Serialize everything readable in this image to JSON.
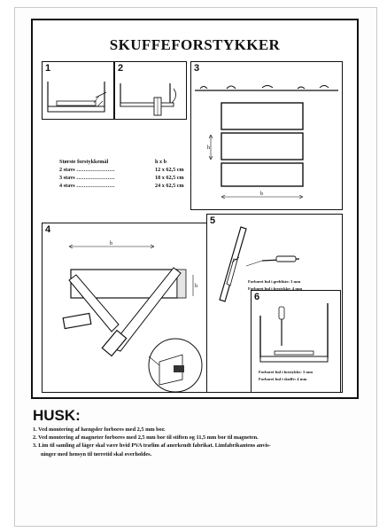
{
  "document": {
    "title": "SKUFFEFORSTYKKER",
    "panels": [
      {
        "number": "1"
      },
      {
        "number": "2"
      },
      {
        "number": "3"
      },
      {
        "number": "4"
      },
      {
        "number": "5"
      },
      {
        "number": "6"
      }
    ],
    "dimension_table": {
      "header_label": "Største forstykkemål",
      "header_unit": "h x b",
      "rows": [
        {
          "label": "2 stavs …………………",
          "value": "12 x 62,5  cm"
        },
        {
          "label": "3 stavs …………………",
          "value": "18 x 62,5  cm"
        },
        {
          "label": "4 stavs …………………",
          "value": "24 x 62,5  cm"
        }
      ]
    },
    "dim_labels": {
      "h": "h",
      "b": "b"
    },
    "panel5_notes": [
      "Forboret hul i grebliste: 3 mm",
      "Forboret hul i forstykke: 4 mm"
    ],
    "panel6_notes": [
      "Forboret hul i forstykke: 3 mm",
      "Forboret hul i skuffe:      4 mm"
    ],
    "husk": {
      "heading": "HUSK:",
      "items": [
        {
          "text": "1. Ved montering af hængsler forbores med 2,5 mm bor."
        },
        {
          "text": "2. Ved montering af magneter forbores med 2,5 mm bor til stiften og 11,5 mm bor til magneten."
        },
        {
          "text": "3. Lim til samling af låger skal være hvid PVA trælim af anerkendt fabrikat. Limfabrikantens anvis-",
          "continuation": "ninger med hensyn til tørretid skal overholdes."
        }
      ]
    }
  }
}
